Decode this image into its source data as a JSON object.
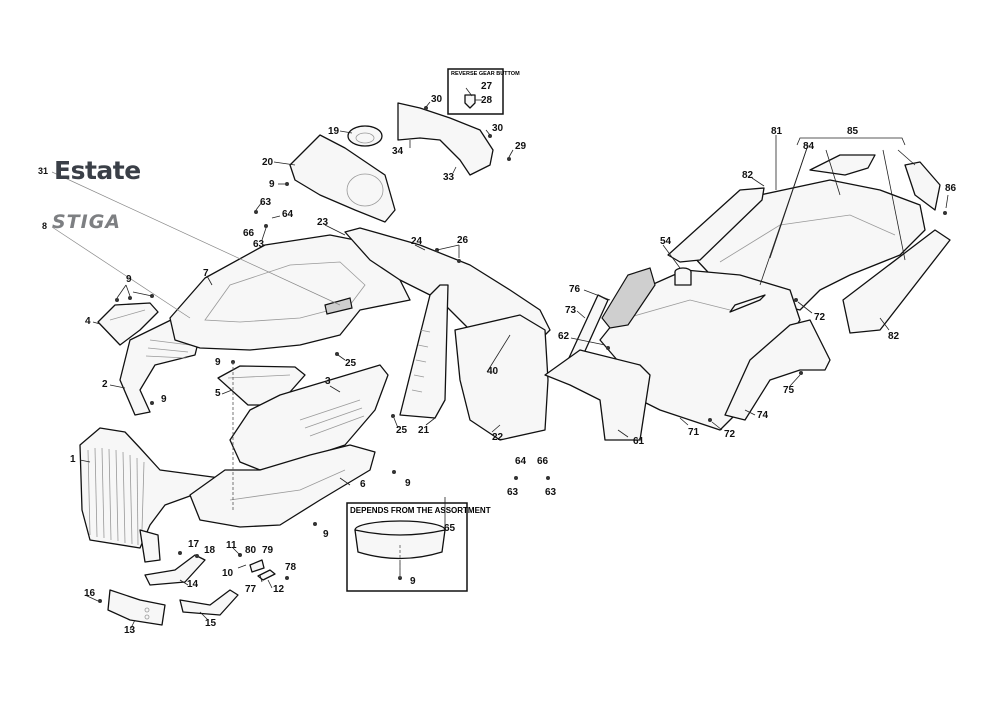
{
  "diagram": {
    "title": "STIGA Estate body parts exploded view",
    "brand_labels": {
      "estate": "Estate",
      "estate_ref": "31",
      "stiga": "STIGA",
      "stiga_ref": "8"
    },
    "insets": {
      "reverse_gear": {
        "title": "REVERSE GEAR BUTTOM",
        "refs": [
          "27",
          "28"
        ]
      },
      "assortment": {
        "title": "DEPENDS FROM THE ASSORTMENT",
        "refs": [
          "65",
          "9"
        ]
      }
    },
    "callouts": [
      {
        "id": "c1",
        "text": "1"
      },
      {
        "id": "c2",
        "text": "2"
      },
      {
        "id": "c3",
        "text": "3"
      },
      {
        "id": "c4",
        "text": "4"
      },
      {
        "id": "c5",
        "text": "5"
      },
      {
        "id": "c6",
        "text": "6"
      },
      {
        "id": "c7",
        "text": "7"
      },
      {
        "id": "c9a",
        "text": "9"
      },
      {
        "id": "c9b",
        "text": "9"
      },
      {
        "id": "c9c",
        "text": "9"
      },
      {
        "id": "c9d",
        "text": "9"
      },
      {
        "id": "c9e",
        "text": "9"
      },
      {
        "id": "c9f",
        "text": "9"
      },
      {
        "id": "c9g",
        "text": "9"
      },
      {
        "id": "c10",
        "text": "10"
      },
      {
        "id": "c11",
        "text": "11"
      },
      {
        "id": "c12",
        "text": "12"
      },
      {
        "id": "c13",
        "text": "13"
      },
      {
        "id": "c14",
        "text": "14"
      },
      {
        "id": "c15",
        "text": "15"
      },
      {
        "id": "c16",
        "text": "16"
      },
      {
        "id": "c17",
        "text": "17"
      },
      {
        "id": "c18",
        "text": "18"
      },
      {
        "id": "c19",
        "text": "19"
      },
      {
        "id": "c20",
        "text": "20"
      },
      {
        "id": "c21",
        "text": "21"
      },
      {
        "id": "c22",
        "text": "22"
      },
      {
        "id": "c23",
        "text": "23"
      },
      {
        "id": "c24",
        "text": "24"
      },
      {
        "id": "c25a",
        "text": "25"
      },
      {
        "id": "c25b",
        "text": "25"
      },
      {
        "id": "c26",
        "text": "26"
      },
      {
        "id": "c29",
        "text": "29"
      },
      {
        "id": "c30a",
        "text": "30"
      },
      {
        "id": "c30b",
        "text": "30"
      },
      {
        "id": "c33",
        "text": "33"
      },
      {
        "id": "c34",
        "text": "34"
      },
      {
        "id": "c40",
        "text": "40"
      },
      {
        "id": "c54",
        "text": "54"
      },
      {
        "id": "c61",
        "text": "61"
      },
      {
        "id": "c62",
        "text": "62"
      },
      {
        "id": "c63a",
        "text": "63"
      },
      {
        "id": "c63b",
        "text": "63"
      },
      {
        "id": "c63c",
        "text": "63"
      },
      {
        "id": "c63d",
        "text": "63"
      },
      {
        "id": "c64a",
        "text": "64"
      },
      {
        "id": "c64b",
        "text": "64"
      },
      {
        "id": "c66a",
        "text": "66"
      },
      {
        "id": "c66b",
        "text": "66"
      },
      {
        "id": "c71",
        "text": "71"
      },
      {
        "id": "c72a",
        "text": "72"
      },
      {
        "id": "c72b",
        "text": "72"
      },
      {
        "id": "c73",
        "text": "73"
      },
      {
        "id": "c74",
        "text": "74"
      },
      {
        "id": "c75",
        "text": "75"
      },
      {
        "id": "c76",
        "text": "76"
      },
      {
        "id": "c77",
        "text": "77"
      },
      {
        "id": "c78",
        "text": "78"
      },
      {
        "id": "c79",
        "text": "79"
      },
      {
        "id": "c80",
        "text": "80"
      },
      {
        "id": "c81",
        "text": "81"
      },
      {
        "id": "c82a",
        "text": "82"
      },
      {
        "id": "c82b",
        "text": "82"
      },
      {
        "id": "c84",
        "text": "84"
      },
      {
        "id": "c85",
        "text": "85"
      },
      {
        "id": "c86",
        "text": "86"
      }
    ]
  }
}
